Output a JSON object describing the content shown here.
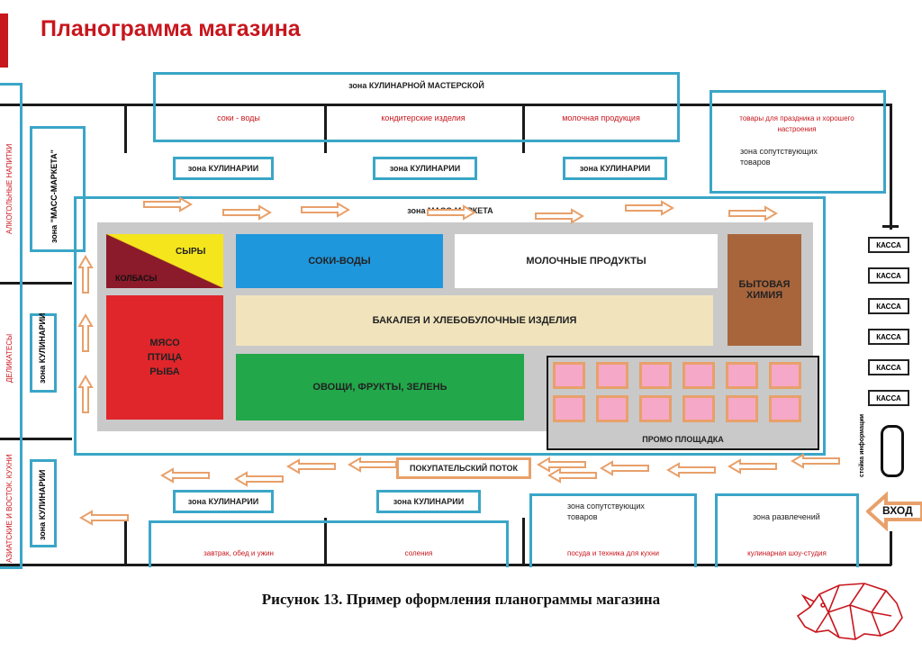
{
  "header": {
    "title": "Планограмма магазина"
  },
  "zones": {
    "culinary_workshop": "зона КУЛИНАРНОЙ МАСТЕРСКОЙ",
    "juices_top": "соки - воды",
    "confectionery": "кондитерские изделия",
    "dairy_top": "молочная продукция",
    "holiday_goods": "товары для праздника и хорошего настроения",
    "related_top": "зона сопутствующих товаров",
    "culinary_label": "зона КУЛИНАРИИ",
    "mass_market_side": "зона \"МАСС-МАРКЕТА\"",
    "mass_market": "зона МАСС-МАРКЕТА",
    "alcohol": "АЛКОГОЛЬНЫЕ НАПИТКИ",
    "delicacies": "ДЕЛИКАТЕСЫ",
    "asian": "АЗИАТСКИЕ И ВОСТОК. КУХНИ",
    "related_bottom": "зона сопутствующих товаров",
    "entertainment": "зона развлечений",
    "breakfast": "завтрак, обед и ужин",
    "pickles": "соления",
    "dishes": "посуда и техника для кухни",
    "show_studio": "кулинарная шоу-студия",
    "info_stand": "стойка информации",
    "entrance": "ВХОД",
    "customer_flow": "ПОКУПАТЕЛЬСКИЙ ПОТОК"
  },
  "blocks": {
    "cheeses": "СЫРЫ",
    "sausages": "КОЛБАСЫ",
    "juices": "СОКИ-ВОДЫ",
    "dairy": "МОЛОЧНЫЕ ПРОДУКТЫ",
    "household": "БЫТОВАЯ ХИМИЯ",
    "meat": "МЯСО ПТИЦА РЫБА",
    "grocery": "БАКАЛЕЯ И ХЛЕБОБУЛОЧНЫЕ ИЗДЕЛИЯ",
    "vegetables": "ОВОЩИ, ФРУКТЫ, ЗЕЛЕНЬ",
    "promo": "ПРОМО ПЛОЩАДКА"
  },
  "checkouts": [
    "КАССА",
    "КАССА",
    "КАССА",
    "КАССА",
    "КАССА",
    "КАССА"
  ],
  "caption": "Рисунок 13. Пример оформления планограммы магазина",
  "colors": {
    "accent": "#c8161d",
    "zone_border": "#3aa6c7",
    "arrow": "#e8a06a"
  }
}
